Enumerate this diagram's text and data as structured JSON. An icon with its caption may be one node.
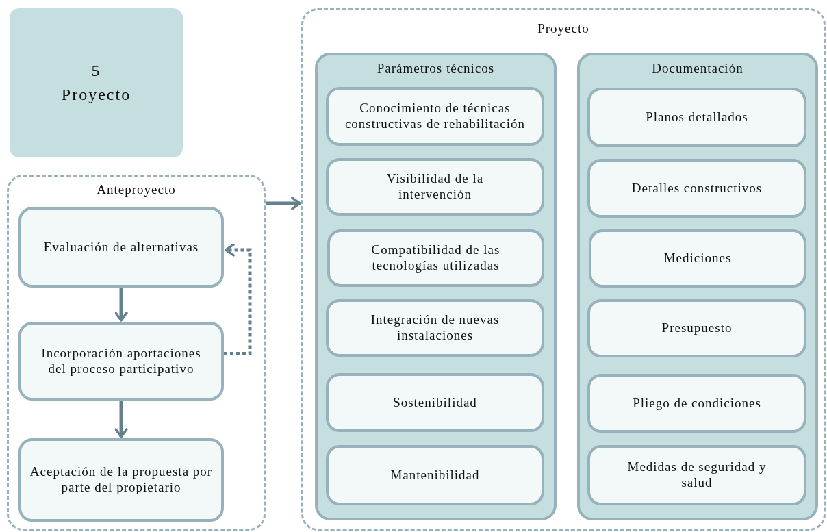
{
  "diagram": {
    "nodes": [
      {
        "text": [
          "5",
          "Proyecto"
        ]
      },
      {
        "text": [
          "Anteproyecto"
        ]
      },
      {
        "text": [
          "Evaluación de alternativas"
        ],
        "in": 1
      },
      {
        "text": [
          "Incorporación aportaciones del proceso participativo"
        ],
        "in": 1
      },
      {
        "text": [
          "Aceptación de la propuesta por parte del propietario"
        ],
        "in": 1
      },
      {
        "text": [
          "Proyecto"
        ]
      },
      {
        "text": [
          "Parámetros técnicos"
        ],
        "in": 5
      },
      {
        "text": [
          "Conocimiento de técnicas constructivas de rehabilitación"
        ],
        "in": 6
      },
      {
        "text": [
          "Visibilidad de la intervención"
        ],
        "in": 6
      },
      {
        "text": [
          "Compatibilidad de las tecnologías utilizadas"
        ],
        "in": 6
      },
      {
        "text": [
          "Integración de nuevas instalaciones"
        ],
        "in": 6
      },
      {
        "text": [
          "Sostenibilidad"
        ],
        "in": 6
      },
      {
        "text": [
          "Mantenibilidad"
        ],
        "in": 6
      },
      {
        "text": [
          "Documentación"
        ],
        "in": 5
      },
      {
        "text": [
          "Planos detallados"
        ],
        "in": 13
      },
      {
        "text": [
          "Detalles constructivos"
        ],
        "in": 13
      },
      {
        "text": [
          "Mediciones"
        ],
        "in": 13
      },
      {
        "text": [
          "Presupuesto"
        ],
        "in": 13
      },
      {
        "text": [
          "Pliego de condiciones"
        ],
        "in": 13
      },
      {
        "text": [
          "Medidas de seguridad y salud"
        ],
        "in": 13
      }
    ],
    "edges": [
      {
        "from": 2,
        "to": 3,
        "arrow": "to"
      },
      {
        "from": 3,
        "to": 4,
        "arrow": "to"
      },
      {
        "from": 3,
        "to": 2,
        "arrow": "to",
        "style": "dashed"
      },
      {
        "from": 1,
        "to": 5,
        "arrow": "to"
      }
    ]
  }
}
